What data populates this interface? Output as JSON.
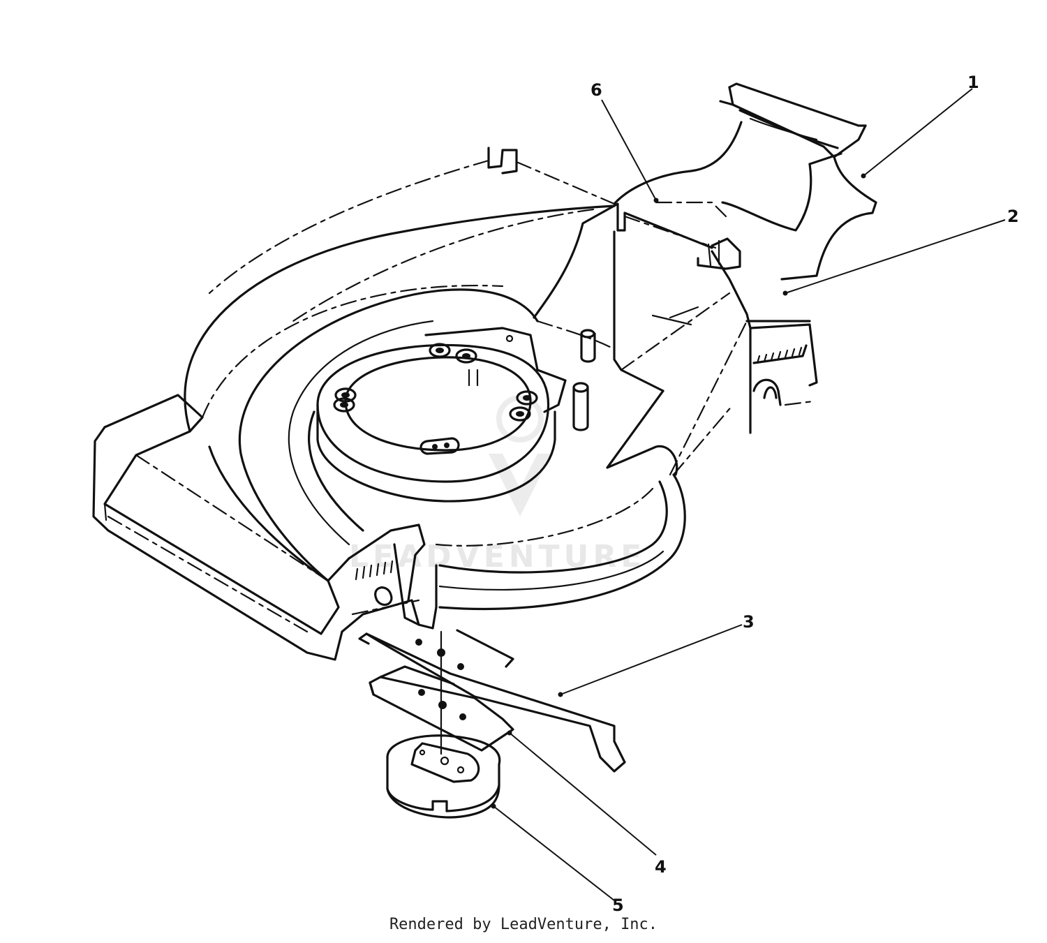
{
  "callouts": [
    {
      "id": "1",
      "label": "1"
    },
    {
      "id": "2",
      "label": "2"
    },
    {
      "id": "3",
      "label": "3"
    },
    {
      "id": "4",
      "label": "4"
    },
    {
      "id": "5",
      "label": "5"
    },
    {
      "id": "6",
      "label": "6"
    }
  ],
  "watermark": "LEADVENTURE",
  "footer": "Rendered by LeadVenture, Inc."
}
